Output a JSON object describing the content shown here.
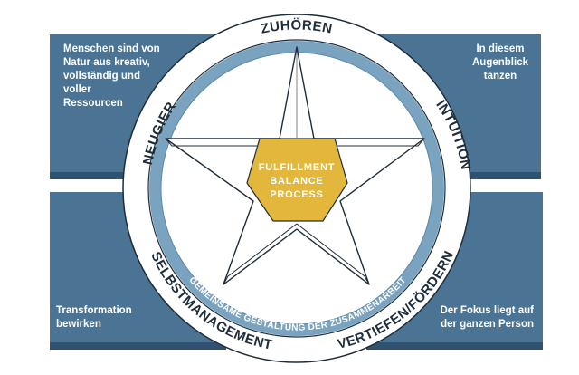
{
  "panels": {
    "top_left": [
      "Menschen sind von",
      "Natur aus kreativ,",
      "vollständig und",
      "voller",
      "Ressourcen"
    ],
    "top_right": [
      "In diesem",
      "Augenblick",
      "tanzen"
    ],
    "bottom_left": [
      "Transformation",
      "bewirken"
    ],
    "bottom_right": [
      "Der Fokus liegt auf",
      "der ganzen Person"
    ]
  },
  "ring": {
    "top": "ZUHÖREN",
    "right": "INTUITION",
    "bottom_right": "VERTIEFEN/FÖRDERN",
    "bottom_left": "SELBSTMANAGEMENT",
    "left": "NEUGIER"
  },
  "inner_ring": {
    "label": "GEMEINSAME GESTALTUNG DER ZUSAMMENARBEIT"
  },
  "center": [
    "FULFILLMENT",
    "BALANCE",
    "PROCESS"
  ],
  "colors": {
    "panel_blue": "#4a7394",
    "panel_edge": "#2f5270",
    "ring_white": "#ffffff",
    "inner_ring_blue": "#7aa3c0",
    "star_fill": "#ffffff",
    "center_gold": "#e2b73c",
    "line_dark": "#1f2d3a"
  }
}
